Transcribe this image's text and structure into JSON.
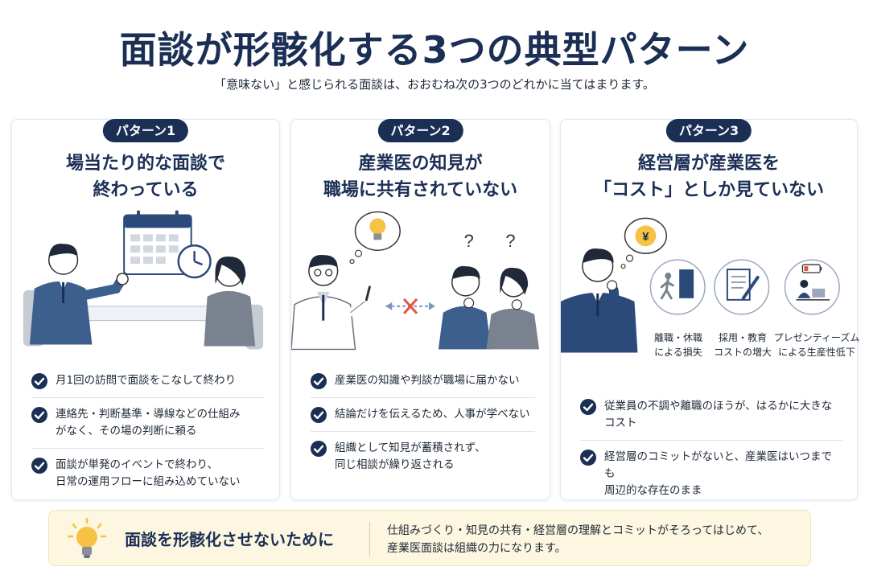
{
  "title": "面談が形骸化する3つの典型パターン",
  "subtitle": "「意味ない」と感じられる面談は、おおむね次の3つのどれかに当てはまります。",
  "patterns": [
    {
      "badge": "パターン1",
      "heading": "場当たり的な面談で\n終わっている",
      "points": [
        "月1回の訪問で面談をこなして終わり",
        "連絡先・判断基準・導線などの仕組み\nがなく、その場の判断に頼る",
        "面談が単発のイベントで終わり、\n日常の運用フローに組み込めていない"
      ]
    },
    {
      "badge": "パターン2",
      "heading": "産業医の知見が\n職場に共有されていない",
      "illus_marks": [
        "?",
        "?"
      ],
      "points": [
        "産業医の知識や判談が職場に届かない",
        "結論だけを伝えるため、人事が学べない",
        "組織として知見が蓄積されず、\n同じ相談が繰り返される"
      ]
    },
    {
      "badge": "パターン3",
      "heading": "経営層が産業医を\n「コスト」としか見ていない",
      "illus_mark": "¥",
      "icons": [
        {
          "name": "door-exit-icon",
          "label": "離職・休職\nによる損失"
        },
        {
          "name": "document-pen-icon",
          "label": "採用・教育\nコストの増大"
        },
        {
          "name": "low-battery-worker-icon",
          "label": "プレゼンティーズム\nによる生産性低下"
        }
      ],
      "points": [
        "従業員の不調や離職のほうが、はるかに大きなコスト",
        "経営層のコミットがないと、産業医はいつまでも\n周辺的な存在のまま"
      ]
    }
  ],
  "footer": {
    "heading": "面談を形骸化させないために",
    "text": "仕組みづくり・知見の共有・経営層の理解とコミットがそろってはじめて、\n産業医面談は組織の力になります。"
  },
  "colors": {
    "navy": "#1b2f55",
    "accent_blue": "#3d5f8e",
    "bulb_yellow": "#f5c243",
    "cross_red": "#e2543f",
    "footer_bg": "#fdf6e1"
  }
}
